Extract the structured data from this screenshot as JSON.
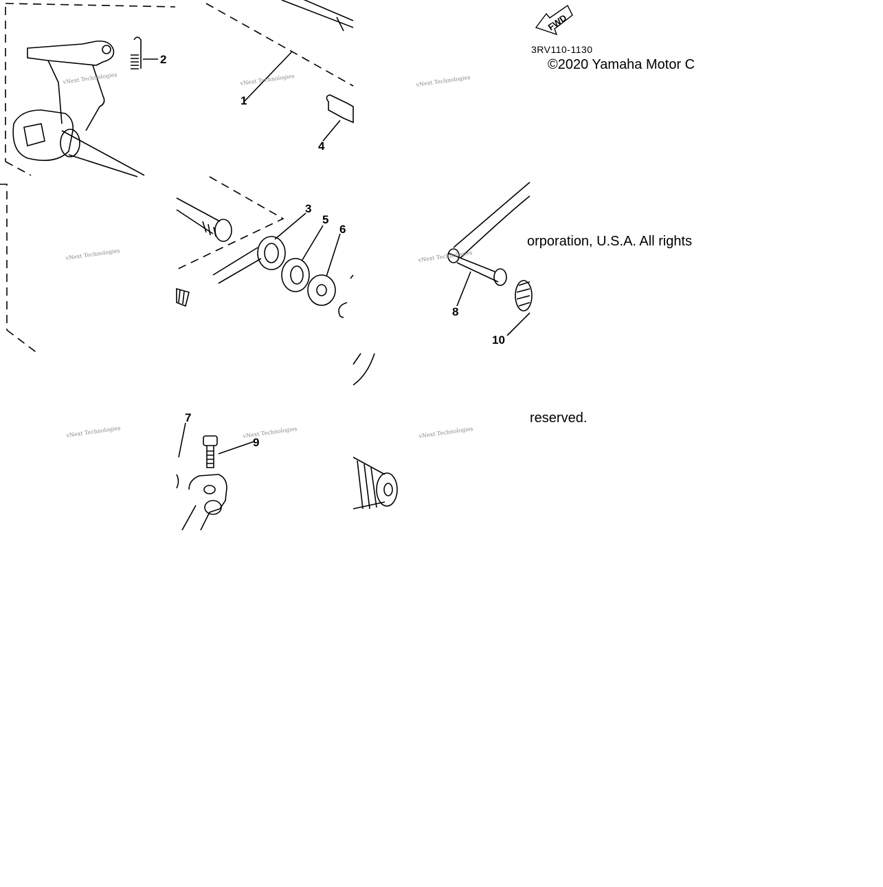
{
  "diagram": {
    "part_code": "3RV110-1130",
    "copyright_fragments": [
      "©2020 Yamaha Motor C",
      "orporation, U.S.A. All rights",
      "reserved."
    ],
    "fwd_label": "FWD",
    "callouts": [
      "1",
      "2",
      "3",
      "4",
      "5",
      "6",
      "7",
      "8",
      "9",
      "10"
    ],
    "watermark": "vNext Technologies"
  }
}
